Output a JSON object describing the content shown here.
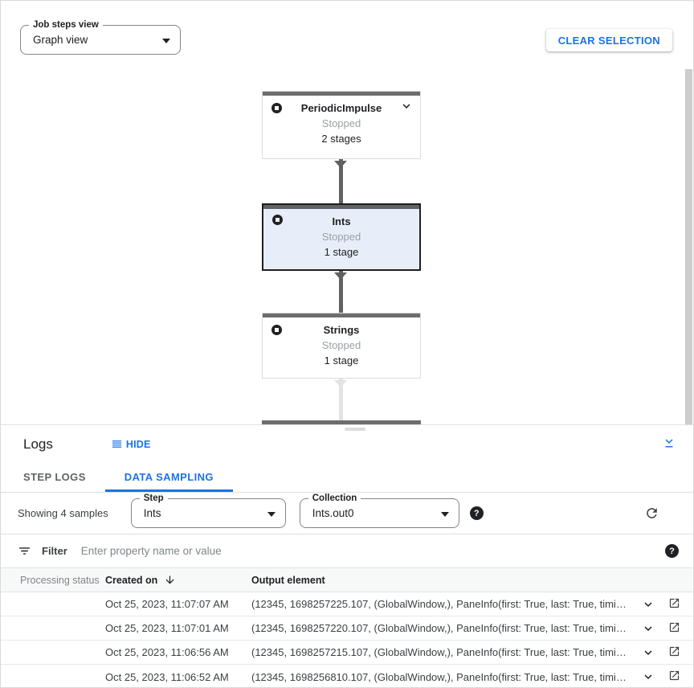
{
  "colors": {
    "accent": "#1a73e8",
    "selected_node_bg": "#e8eef9",
    "node_bar": "#6d6d6d",
    "status_text": "#9aa0a6"
  },
  "icons": {
    "dropdown_caret": "black triangle",
    "stop_circle": "filled circle with square hole",
    "chevron_down": "expand-more chevron",
    "collapse_panel": "chevron with underline",
    "reorder_lines": "four horizontal lines",
    "refresh": "circular arrow",
    "help": "black circle question mark",
    "filter_list": "funnel lines",
    "sort_down": "downward arrow",
    "open_in_new": "square with outgoing arrow"
  },
  "toolbar": {
    "view_select": {
      "label": "Job steps view",
      "value": "Graph view"
    },
    "clear_selection_label": "CLEAR SELECTION"
  },
  "graph": {
    "nodes": [
      {
        "title": "PeriodicImpulse",
        "status": "Stopped",
        "stages": "2 stages"
      },
      {
        "title": "Ints",
        "status": "Stopped",
        "stages": "1 stage"
      },
      {
        "title": "Strings",
        "status": "Stopped",
        "stages": "1 stage"
      }
    ]
  },
  "logs_panel": {
    "title": "Logs",
    "hide_label": "HIDE",
    "tabs": [
      {
        "label": "STEP LOGS"
      },
      {
        "label": "DATA SAMPLING"
      }
    ],
    "sampling": {
      "showing_text": "Showing 4 samples",
      "step_select": {
        "label": "Step",
        "value": "Ints"
      },
      "collection_select": {
        "label": "Collection",
        "value": "Ints.out0"
      }
    },
    "filter": {
      "label": "Filter",
      "placeholder": "Enter property name or value"
    },
    "table": {
      "columns": [
        "Processing status",
        "Created on",
        "Output element"
      ],
      "rows": [
        {
          "created_on": "Oct 25, 2023, 11:07:07 AM",
          "output_element": "(12345, 1698257225.107, (GlobalWindow,), PaneInfo(first: True, last: True, timing…"
        },
        {
          "created_on": "Oct 25, 2023, 11:07:01 AM",
          "output_element": "(12345, 1698257220.107, (GlobalWindow,), PaneInfo(first: True, last: True, timing…"
        },
        {
          "created_on": "Oct 25, 2023, 11:06:56 AM",
          "output_element": "(12345, 1698257215.107, (GlobalWindow,), PaneInfo(first: True, last: True, timing…"
        },
        {
          "created_on": "Oct 25, 2023, 11:06:52 AM",
          "output_element": "(12345, 1698256810.107, (GlobalWindow,), PaneInfo(first: True, last: True, timing…"
        }
      ]
    }
  }
}
